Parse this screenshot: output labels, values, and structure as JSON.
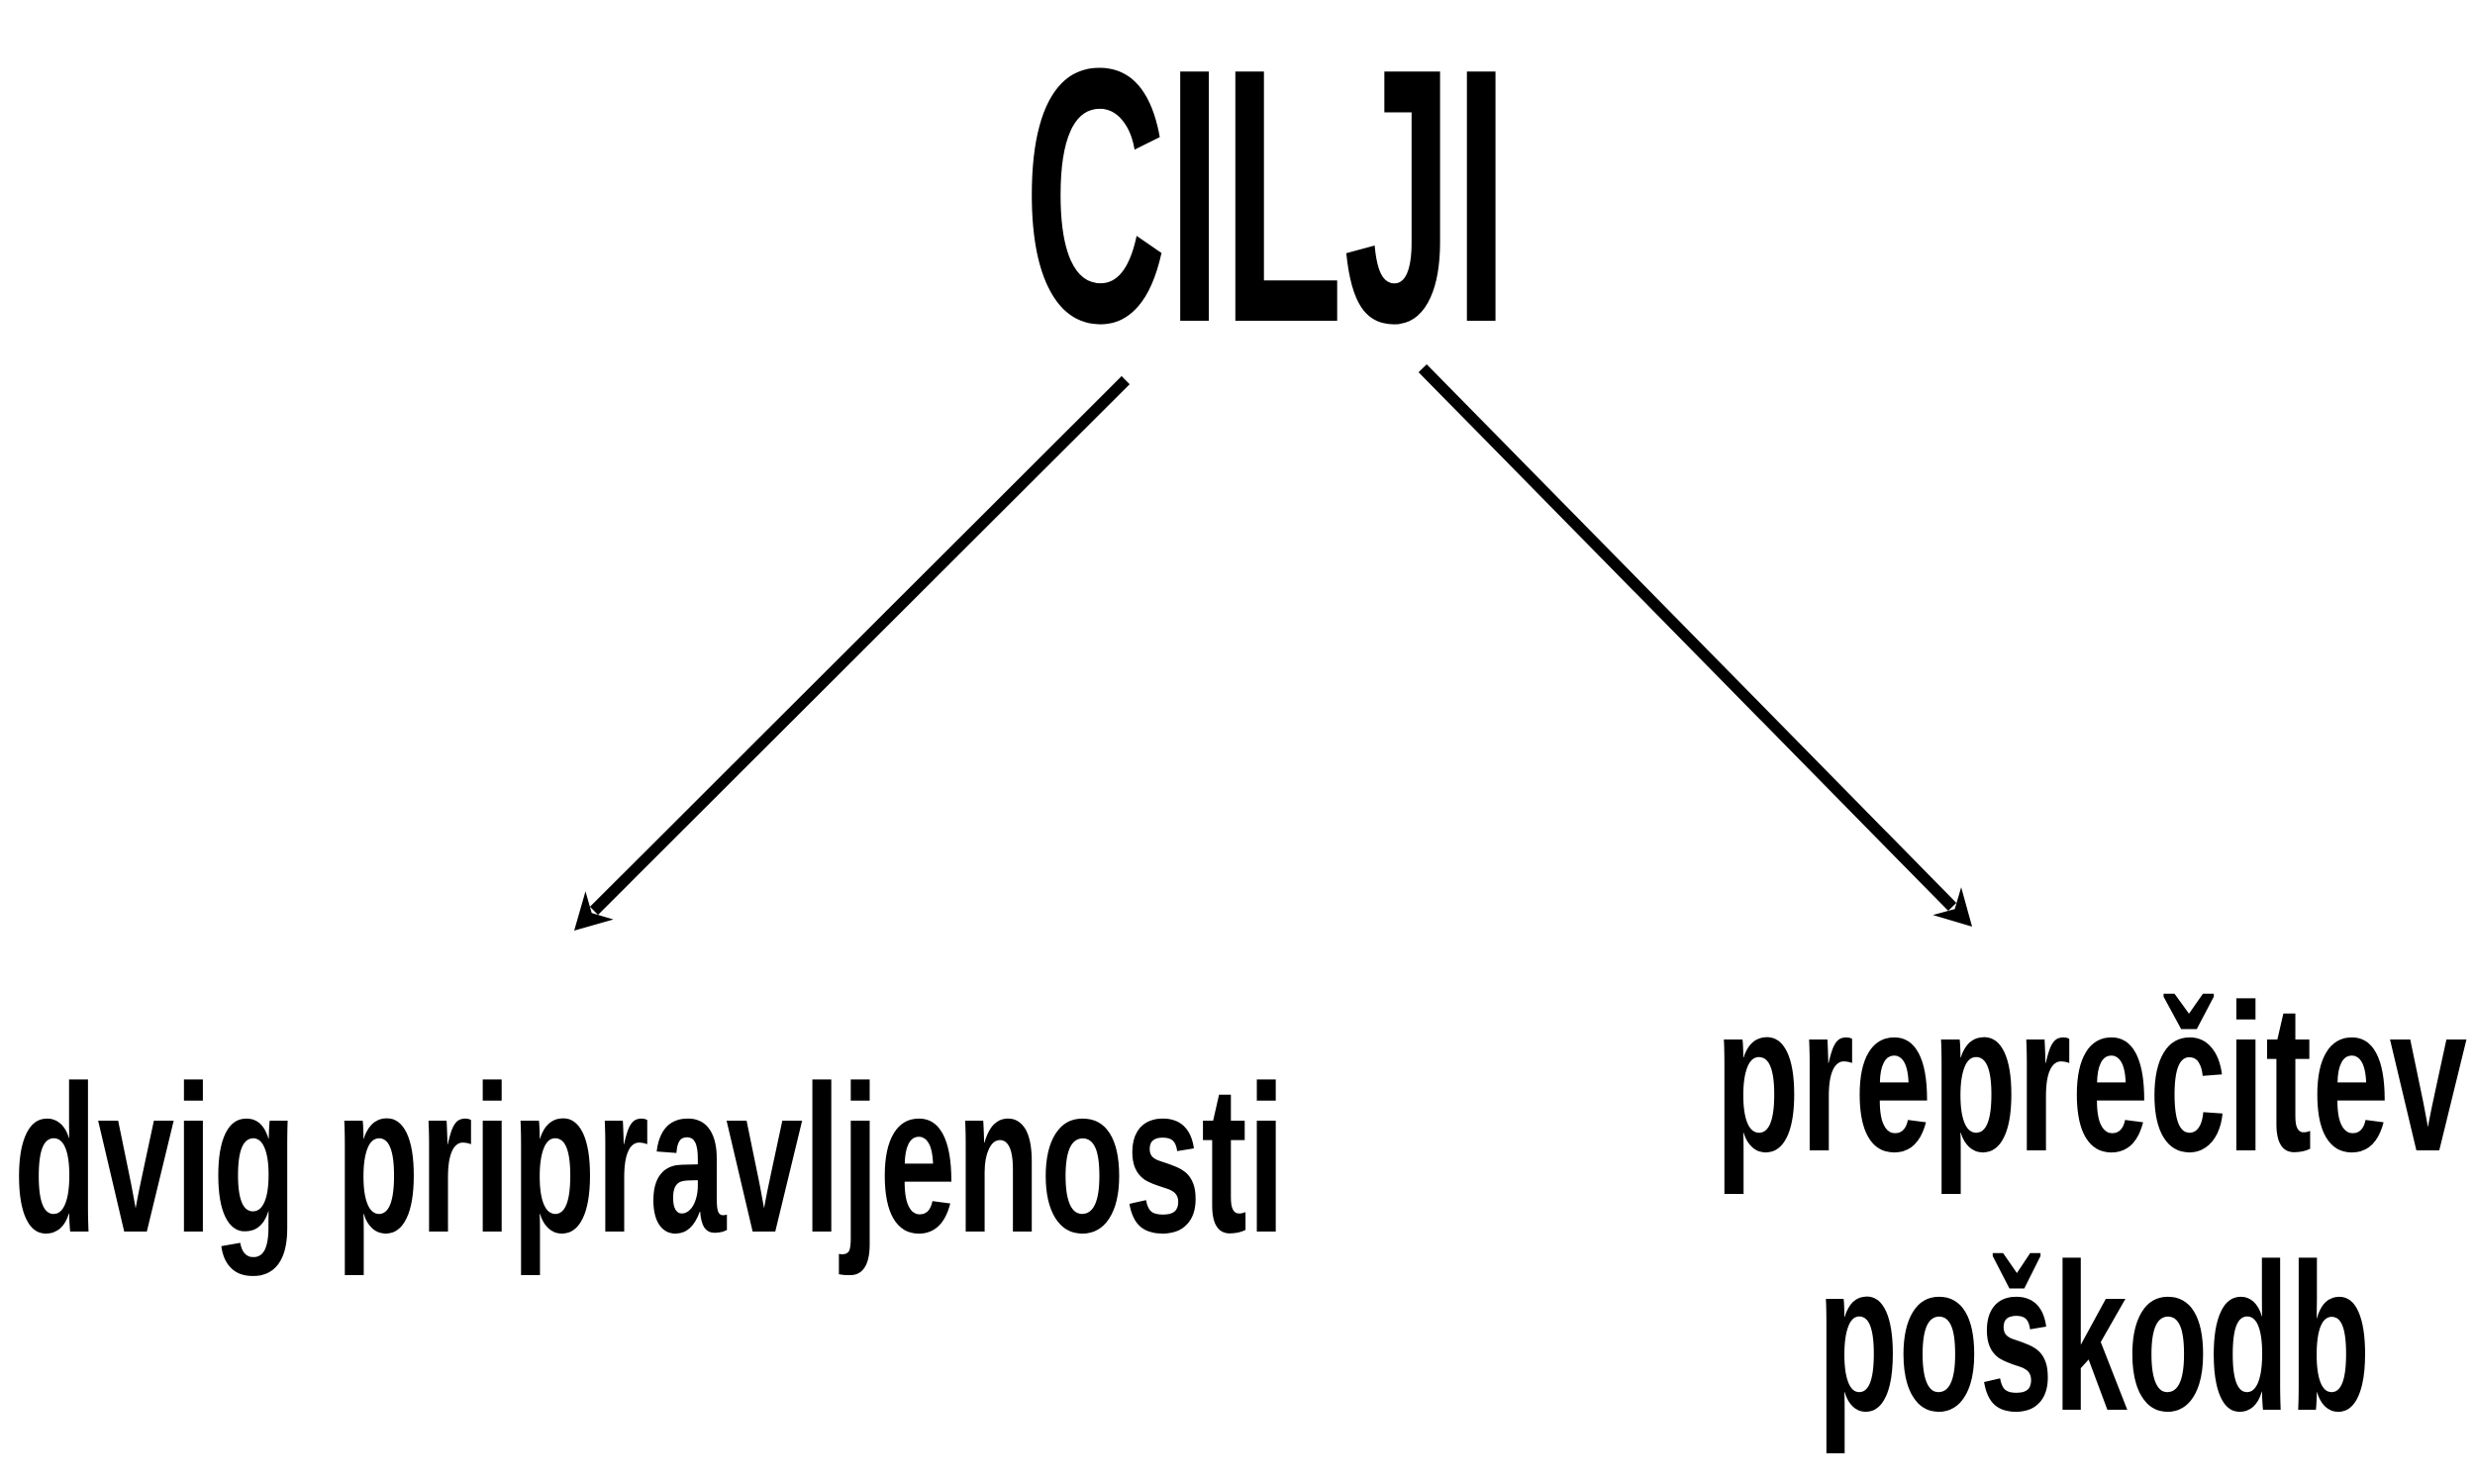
{
  "diagram": {
    "title": "CILJI",
    "branches": [
      {
        "label": "dvig pripravljenosti"
      },
      {
        "label_line1": "preprečitev",
        "label_line2": "poškodb"
      }
    ],
    "colors": {
      "background": "#ffffff",
      "text": "#000000",
      "arrow": "#000000"
    }
  }
}
